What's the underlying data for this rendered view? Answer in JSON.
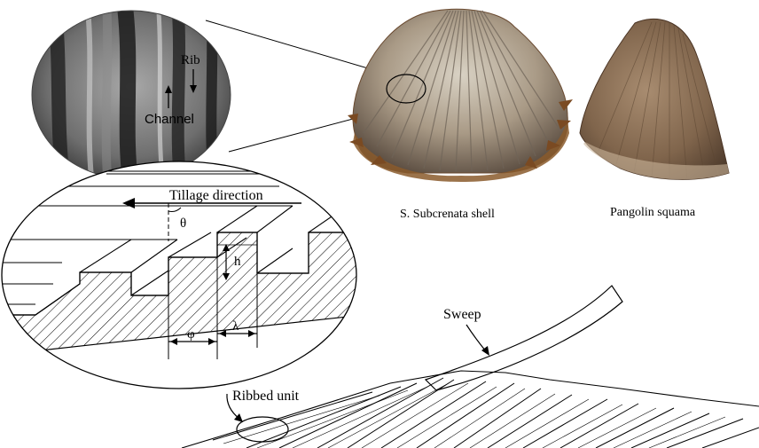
{
  "labels": {
    "rib": "Rib",
    "channel": "Channel",
    "tillage_direction": "Tillage direction",
    "theta": "θ",
    "h": "h",
    "phi": "φ",
    "lambda": "λ",
    "shell_caption": "S. Subcrenata shell",
    "pangolin_caption": "Pangolin squama",
    "sweep": "Sweep",
    "ribbed_unit": "Ribbed unit"
  }
}
